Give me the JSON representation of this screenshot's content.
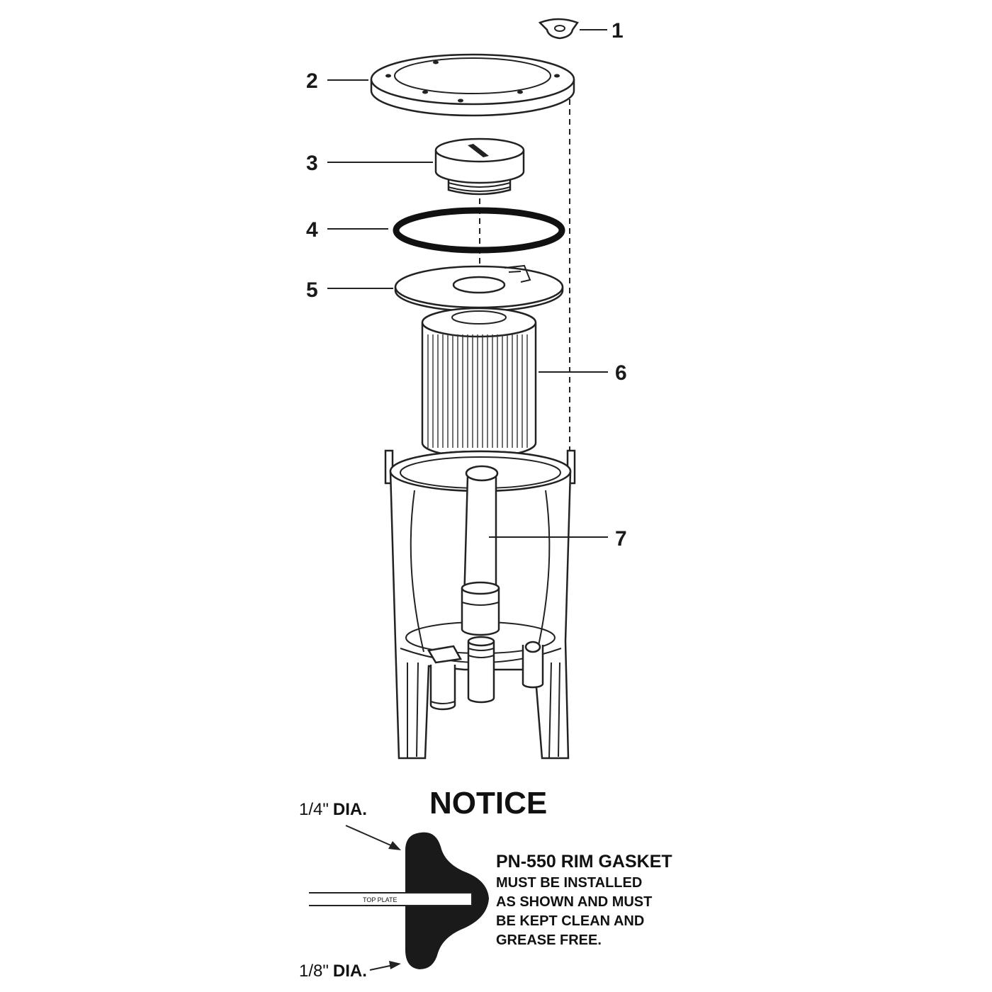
{
  "callouts": [
    {
      "number": "1",
      "part": "wing-nut"
    },
    {
      "number": "2",
      "part": "lid"
    },
    {
      "number": "3",
      "part": "threaded-fitting"
    },
    {
      "number": "4",
      "part": "o-ring"
    },
    {
      "number": "5",
      "part": "top-plate"
    },
    {
      "number": "6",
      "part": "filter-cartridge"
    },
    {
      "number": "7",
      "part": "tank-body"
    }
  ],
  "notice": {
    "title": "NOTICE",
    "top_dia_value": "1/4\"",
    "top_dia_unit": "DIA.",
    "bottom_dia_value": "1/8\"",
    "bottom_dia_unit": "DIA.",
    "plate_label": "TOP PLATE",
    "heading": "PN-550 RIM GASKET",
    "lines": [
      "MUST BE INSTALLED",
      "AS SHOWN AND MUST",
      "BE KEPT CLEAN AND",
      "GREASE FREE."
    ]
  },
  "colors": {
    "ink": "#222222",
    "background": "#ffffff",
    "gasket": "#1a1a1a"
  }
}
